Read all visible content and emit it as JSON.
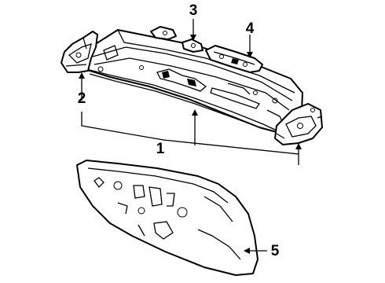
{
  "diagram": {
    "callouts": [
      {
        "id": "1",
        "text": "1"
      },
      {
        "id": "2",
        "text": "2"
      },
      {
        "id": "3",
        "text": "3"
      },
      {
        "id": "4",
        "text": "4"
      },
      {
        "id": "5",
        "text": "5"
      }
    ],
    "parts": [
      {
        "id": "cowl-top-panel",
        "callout": "1"
      },
      {
        "id": "side-bracket",
        "callout": "2"
      },
      {
        "id": "small-bracket",
        "callout": "3"
      },
      {
        "id": "reinforcement-bracket",
        "callout": "4"
      },
      {
        "id": "dash-panel",
        "callout": "5"
      }
    ]
  }
}
